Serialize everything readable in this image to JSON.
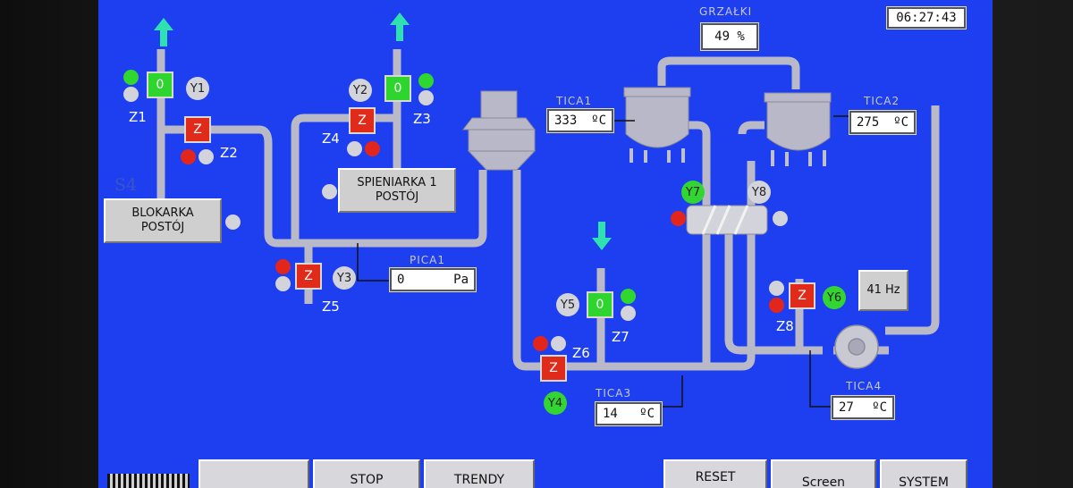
{
  "clock": "06:27:43",
  "heater": {
    "label": "GRZAŁKI",
    "value": "49 %"
  },
  "buttons": {
    "blokarka_line1": "BLOKARKA",
    "blokarka_line2": "POSTÓJ",
    "spieniarka_line1": "SPIENIARKA 1",
    "spieniarka_line2": "POSTÓJ",
    "hz": "41 Hz"
  },
  "side_label": "S4",
  "valves": {
    "z1": "0",
    "z2": "Z",
    "z3": "0",
    "z4": "Z",
    "z5": "Z",
    "z6": "Z",
    "z7": "0",
    "z8": "Z"
  },
  "labels": {
    "z1": "Z1",
    "z2": "Z2",
    "z3": "Z3",
    "z4": "Z4",
    "z5": "Z5",
    "z6": "Z6",
    "z7": "Z7",
    "z8": "Z8",
    "y1": "Y1",
    "y2": "Y2",
    "y3": "Y3",
    "y4": "Y4",
    "y5": "Y5",
    "y6": "Y6",
    "y7": "Y7",
    "y8": "Y8"
  },
  "instruments": {
    "tica1": {
      "label": "TICA1",
      "value": "333",
      "unit": "ºC"
    },
    "tica2": {
      "label": "TICA2",
      "value": "275",
      "unit": "ºC"
    },
    "tica3": {
      "label": "TICA3",
      "value": "14",
      "unit": "ºC"
    },
    "tica4": {
      "label": "TICA4",
      "value": "27",
      "unit": "ºC"
    },
    "pica1": {
      "label": "PICA1",
      "value": "0",
      "unit": "Pa"
    }
  },
  "footer": {
    "btn2": "",
    "stop": "STOP",
    "trendy": "TRENDY",
    "reset": "RESET",
    "screen": "Screen",
    "system": "SYSTEM"
  },
  "colors": {
    "screen_bg": "#1d3ff0",
    "valve_closed": "#e02a1a",
    "valve_open": "#2fd52f",
    "arrow": "#2fe0b0"
  }
}
